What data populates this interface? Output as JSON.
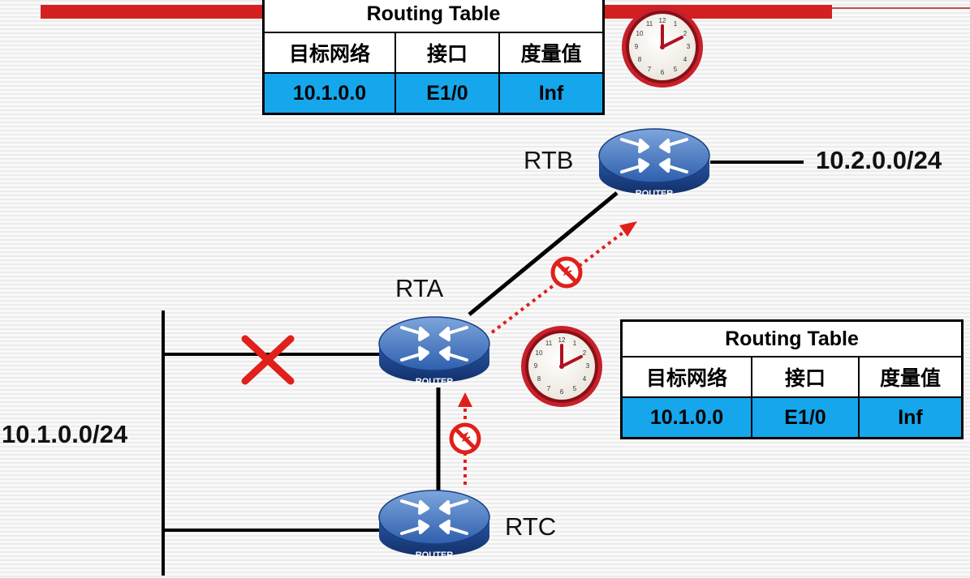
{
  "routing_tables": [
    {
      "title": "Routing Table",
      "headers": [
        "目标网络",
        "接口",
        "度量值"
      ],
      "row": [
        "10.1.0.0",
        "E1/0",
        "Inf"
      ]
    },
    {
      "title": "Routing Table",
      "headers": [
        "目标网络",
        "接口",
        "度量值"
      ],
      "row": [
        "10.1.0.0",
        "E1/0",
        "Inf"
      ]
    }
  ],
  "routers": {
    "rta": {
      "name": "RTA",
      "badge": "ROUTER"
    },
    "rtb": {
      "name": "RTB",
      "badge": "ROUTER"
    },
    "rtc": {
      "name": "RTC",
      "badge": "ROUTER"
    }
  },
  "networks": {
    "left": "10.1.0.0/24",
    "right": "10.2.0.0/24"
  },
  "colors": {
    "table_value_bg": "#16a6ec",
    "alert_red": "#e0201a",
    "router_blue": "#1f4fa0",
    "clock_rim": "#d0202a",
    "banner_red": "#d42020"
  },
  "icons": [
    "clock-icon",
    "no-entry-icon",
    "link-failure-icon",
    "router-arrows-icon"
  ]
}
